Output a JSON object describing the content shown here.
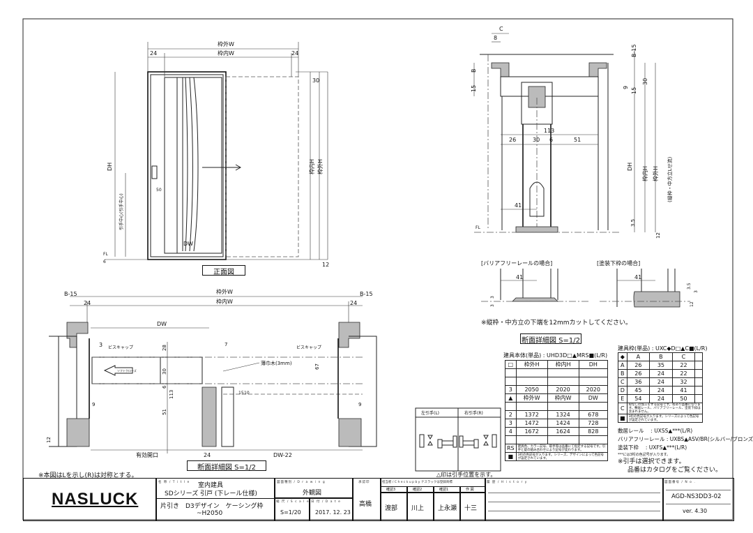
{
  "front_view": {
    "label": "正面図",
    "dims": {
      "frame_outer_w": "枠外W",
      "frame_inner_w": "枠内W",
      "left_24": "24",
      "right_24": "24",
      "top_30": "30",
      "bottom_12": "12",
      "frame_inner_h": "枠内H",
      "frame_outer_h": "枠外H",
      "dh": "DH",
      "handle_center": "引手中心(引手中心)",
      "handle_50": "50",
      "dw": "DW",
      "fl": "FL",
      "fl_6": "6"
    }
  },
  "plan_section": {
    "label": "断面詳細図 S=1/2",
    "dims": {
      "frame_outer_w": "枠外W",
      "frame_inner_w": "枠内W",
      "b15_left": "B-15",
      "b15_right": "B-15",
      "left_24": "24",
      "right_24": "24",
      "dw": "DW",
      "gap_3": "3",
      "screw_cap_left": "ビスキャップ",
      "screw_cap_right": "ビスキャップ",
      "soft_close": "ソフトクローズ",
      "d28": "28",
      "d30": "30",
      "d6": "6",
      "d113": "113",
      "d51": "51",
      "d7": "7",
      "d67": "67",
      "d9_left": "9",
      "d9_right": "9",
      "d15": "15",
      "d10": "10",
      "d12": "12",
      "baseboard": "薄巾木(3mm)",
      "effective_opening": "有効開口",
      "bottom_24": "24",
      "dw_minus": "DW-22"
    },
    "note": "※本図はLを示し(R)は対称とする。"
  },
  "vertical_section": {
    "dims": {
      "c": "C",
      "d8": "8",
      "b": "B",
      "b15": "B-15",
      "d15": "15",
      "d9": "9",
      "d15b": "15",
      "d30": "30",
      "d113": "113",
      "d26": "26",
      "d30b": "30",
      "d6": "6",
      "d51": "51",
      "dh": "DH",
      "frame_inner_h": "枠内H",
      "frame_outer_h": "枠外H",
      "note_v": "(縦枠・中方立Lせ流)",
      "d41": "41",
      "d35": "3.5",
      "d12": "12",
      "fl": "FL"
    }
  },
  "bottom_details": {
    "barrier_free_title": "[バリアフリーレールの場合]",
    "painted_title": "[塗装下枠の場合]",
    "d41_a": "41",
    "d41_b": "41",
    "d3_a": "3",
    "d3_b": "3",
    "d35": "3.5",
    "d3_c": "3",
    "d12": "12",
    "note": "※縦枠・中方立の下端を12mmカットしてください。",
    "label": "断面詳細図 S=1/2"
  },
  "door_table": {
    "title": "建具本体(単品) : UHD3D□▲MRS■(L/R)",
    "header_h": [
      "□",
      "枠外H",
      "枠内H",
      "DH"
    ],
    "rows_h": [
      [
        "",
        "",
        "",
        ""
      ],
      [
        "",
        "",
        "",
        ""
      ],
      [
        "3",
        "2050",
        "2020",
        "2020"
      ]
    ],
    "header_w": [
      "▲",
      "枠外W",
      "枠内W",
      "DW"
    ],
    "rows_w": [
      [
        "",
        "",
        "",
        ""
      ],
      [
        "2",
        "1372",
        "1324",
        "678"
      ],
      [
        "3",
        "1472",
        "1424",
        "728"
      ],
      [
        "4",
        "1672",
        "1624",
        "828"
      ],
      [
        "",
        "",
        "",
        ""
      ]
    ],
    "notes": [
      {
        "key": "RS",
        "text": "建具色、カラー記号、取手等は品番にて指定する記号です。引手と錠の組み合わせにより記号が変わります。"
      },
      {
        "key": "■",
        "text": "3桁の色記号が入ります。シリーズ、デザインによって色記号が設定されています。"
      }
    ]
  },
  "frame_table": {
    "title": "建具枠(単品) : UXC◆D□▲C■(L/R)",
    "header": [
      "◆",
      "A",
      "B",
      "C",
      ""
    ],
    "rows": [
      [
        "A",
        "26",
        "35",
        "22",
        ""
      ],
      [
        "B",
        "26",
        "24",
        "22",
        ""
      ],
      [
        "C",
        "36",
        "24",
        "32",
        ""
      ],
      [
        "D",
        "45",
        "24",
        "41",
        ""
      ],
      [
        "E",
        "54",
        "24",
        "50",
        ""
      ]
    ],
    "notes": [
      {
        "key": "C",
        "text": "枠なしの加工をする記号です。枠あり品番になります。敷居レール、バリアフリーレール、塗装下枠は含まれません。"
      },
      {
        "key": "■",
        "text": "3桁の色記号が入ります。シリーズによって色記号が設定されています。"
      }
    ],
    "rail_lines": [
      "敷居レール　 : UXSS▲***(L/R)",
      "バリアフリーレール : UXBS▲ASV/BR(シルバー/ブロンズ)",
      "塗装下枠　 : UXFS▲***(L/R)",
      "***には3桁の色記号が入ります。"
    ],
    "handle_note": "※引手は選択できます。",
    "catalog_note": "品番はカタログをご覧ください。"
  },
  "handle_box": {
    "left": "左引手(L)",
    "right": "右引手(R)",
    "note": "△印は引手位置を示す。"
  },
  "title_block": {
    "logo": "NASLUCK",
    "title_label": "名 称 / T i t l e",
    "title_1": "室内建具",
    "title_2": "SDシリーズ 引戸 (下レール仕様)",
    "title_3": "片引き　D3デザイン　ケーシング枠",
    "title_4": "~H2050",
    "drawing_label": "図面種別 / D r a w i n g",
    "drawing": "外観図",
    "scale_label": "縮 尺 / S c a l e",
    "scale": "S=1/20",
    "date_label": "日 付 / D a t e",
    "date": "2017. 12. 23",
    "approved_label": "承認印",
    "approved": "高橋",
    "check_label": "担当者 / C h e c k  u p  b y  ナスラックは登録商標",
    "checkers_labels": [
      "確認3",
      "確認2",
      "確認1",
      "作 図"
    ],
    "checkers": [
      "渡部",
      "川上",
      "上永瀬",
      "十三"
    ],
    "history_label": "履 歴 / H i s t o r y",
    "no_label": "図面番号 / N o .",
    "number": "AGD-NS3DD3-02",
    "version": "ver. 4.30"
  }
}
